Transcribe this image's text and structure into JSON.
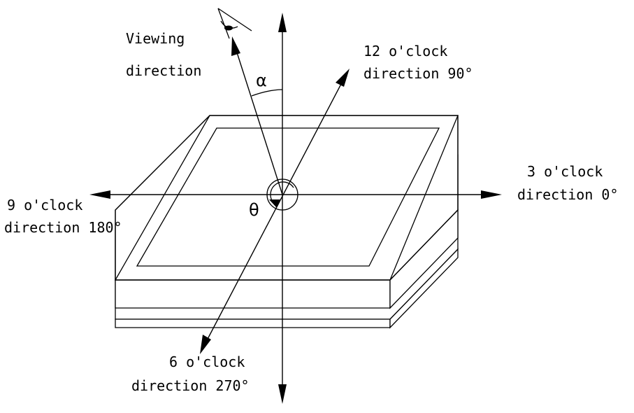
{
  "labels": {
    "viewing_line1": "Viewing",
    "viewing_line2": "direction",
    "alpha": "α",
    "theta": "θ",
    "twelve_line1": "12  o'clock",
    "twelve_line2": "direction 90°",
    "three_line1": "3  o'clock",
    "three_line2": "direction  0°",
    "nine_line1": "9  o'clock",
    "nine_line2": "direction 180°",
    "six_line1": "6  o'clock",
    "six_line2": "direction 270°"
  },
  "icons": {
    "eye": "eye-icon"
  }
}
